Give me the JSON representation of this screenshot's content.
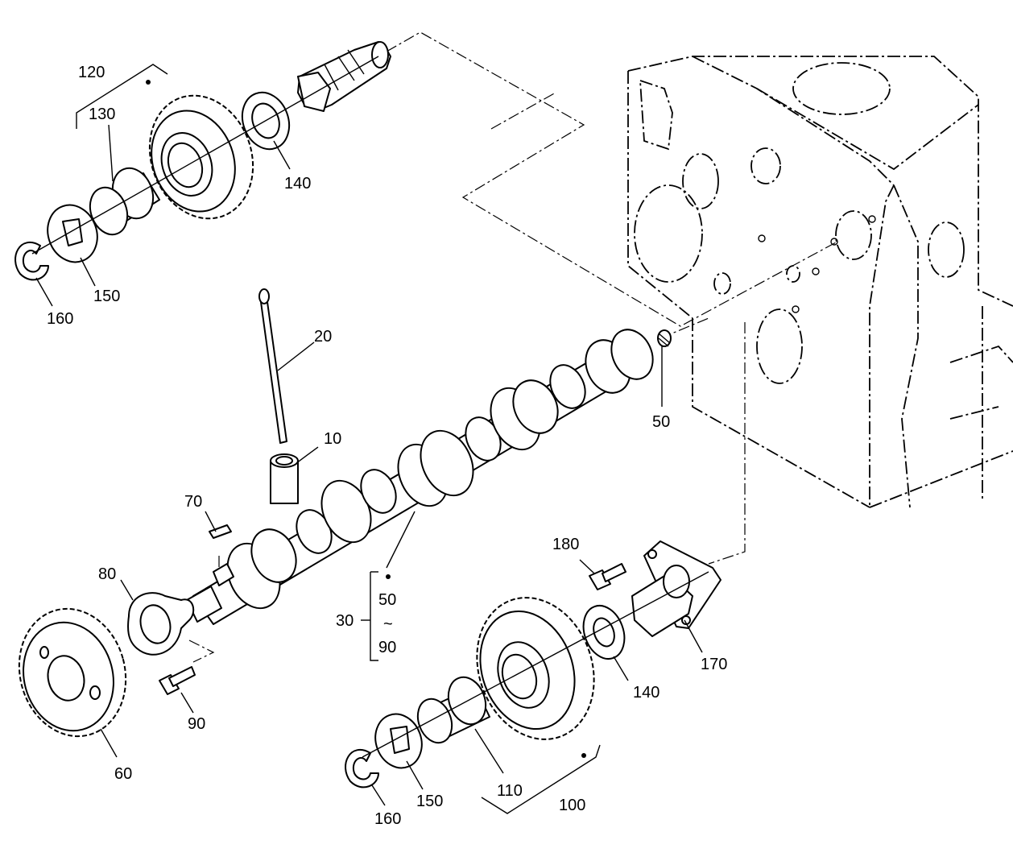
{
  "labels": {
    "l10": "10",
    "l20": "20",
    "l30": "30",
    "l50_bracket": "50",
    "l_tilde": "~",
    "l90_bracket": "90",
    "l50": "50",
    "l60": "60",
    "l70": "70",
    "l80": "80",
    "l90": "90",
    "l100": "100",
    "l110": "110",
    "l120": "120",
    "l130": "130",
    "l140_top": "140",
    "l140_bottom": "140",
    "l150_top": "150",
    "l150_bottom": "150",
    "l160_top": "160",
    "l160_bottom": "160",
    "l170": "170",
    "l180": "180"
  },
  "parts": [
    "engine-block",
    "idler-shaft",
    "idler-gear-upper",
    "bushing-upper",
    "thrust-washer-upper",
    "snap-ring-upper",
    "spacer-upper",
    "push-rod",
    "tappet",
    "camshaft",
    "plug",
    "key",
    "thrust-plate",
    "bolt",
    "cam-gear",
    "idler-gear-lower",
    "bushing-lower",
    "thrust-washer-lower",
    "snap-ring-lower",
    "spacer-lower",
    "idler-shaft-lower",
    "bolt-lower"
  ]
}
